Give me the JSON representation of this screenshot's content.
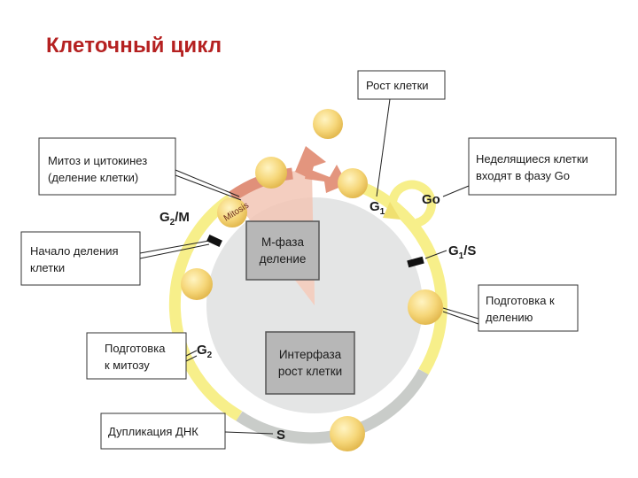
{
  "title": "Клеточный цикл",
  "callouts": {
    "cell_growth": "Рост клетки",
    "mitosis_cytokinesis": [
      "Митоз и цитокинез",
      "(деление клетки)"
    ],
    "non_dividing": [
      "Неделящиеся клетки",
      "входят в фазу Go"
    ],
    "division_start": [
      "Начало деления",
      "клетки"
    ],
    "prep_division": [
      "Подготовка к",
      "делению"
    ],
    "prep_mitosis": [
      "Подготовка",
      "к митозу"
    ],
    "dna_duplication": "Дупликация ДНК"
  },
  "phases": {
    "m_phase": [
      "М-фаза",
      "деление"
    ],
    "interphase": [
      "Интерфаза",
      "рост клетки"
    ]
  },
  "markers": {
    "g1": {
      "main": "G",
      "sub": "1"
    },
    "g0": "Go",
    "g2m": {
      "main": "G",
      "sub": "2",
      "tail": "/M"
    },
    "g1s": {
      "main": "G",
      "sub": "1",
      "tail": "/S"
    },
    "g2": {
      "main": "G",
      "sub": "2"
    },
    "s": "S"
  },
  "arc_label": "Mitosis",
  "colors": {
    "title": "#b52121",
    "g1_arc": "#f7ef8a",
    "s_arc": "#c9ccc9",
    "mitosis_arc": "#e0907a",
    "cell_fill": "#f6d77a",
    "phase_box": "#b7b7b7"
  }
}
